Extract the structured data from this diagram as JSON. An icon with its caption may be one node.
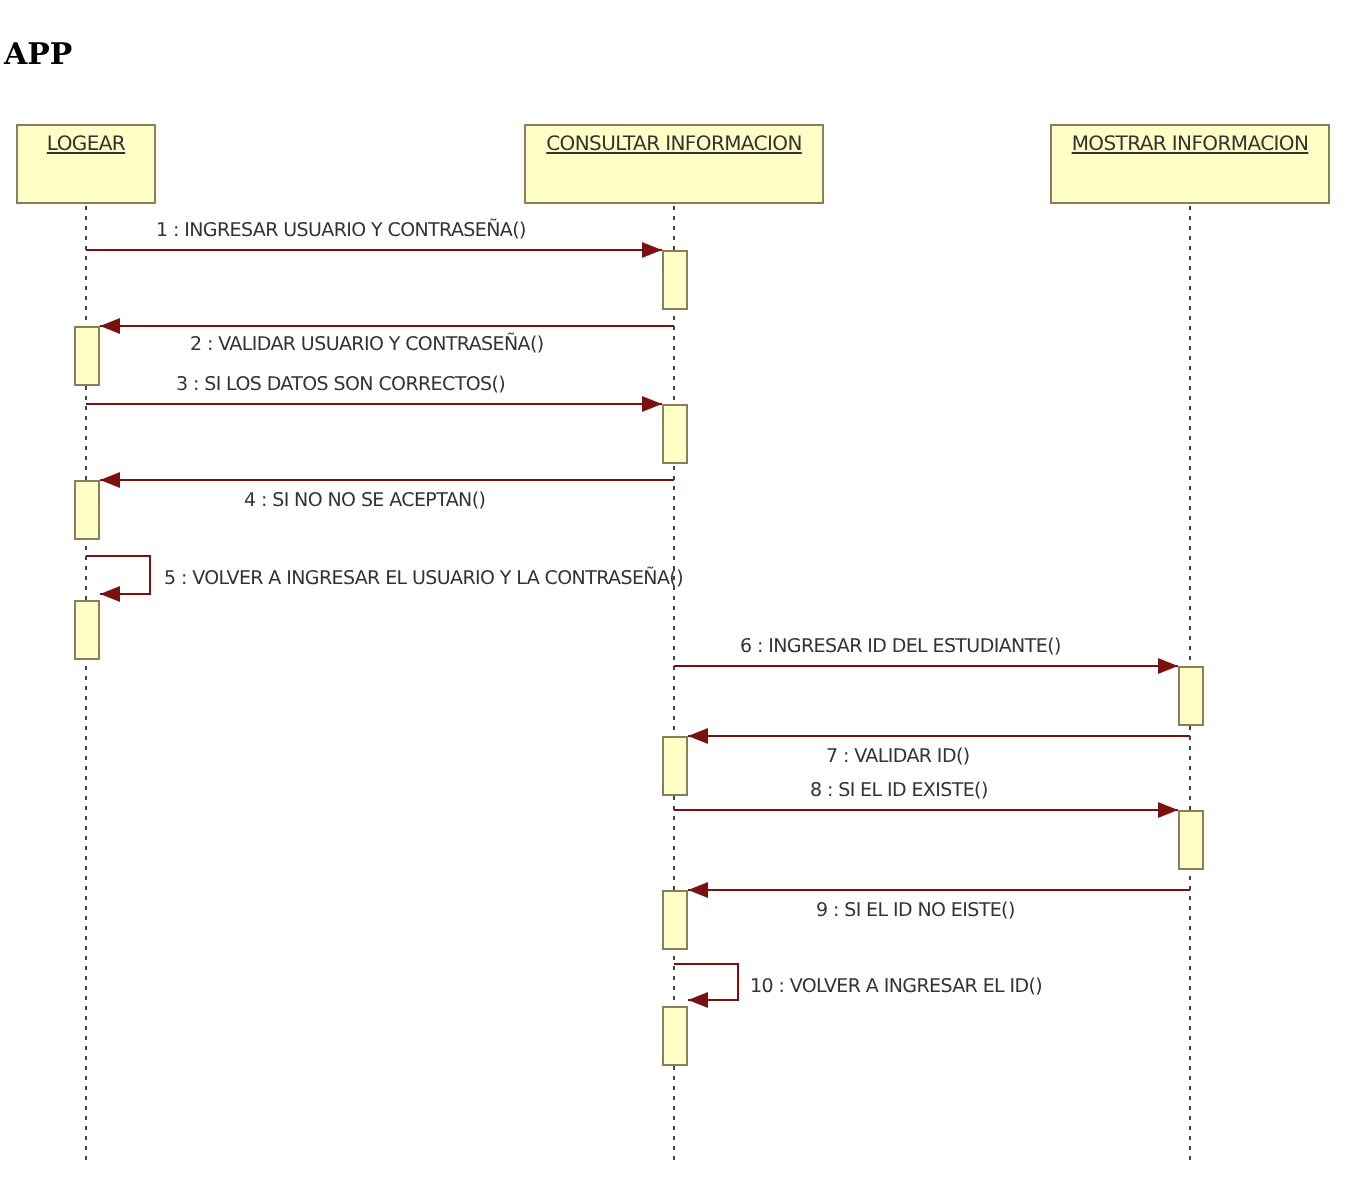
{
  "diagram": {
    "title": "APP",
    "nodes": [
      {
        "text": [
          "LOGEAR"
        ]
      },
      {
        "text": [
          "CONSULTAR INFORMACION"
        ]
      },
      {
        "text": [
          "MOSTRAR INFORMACION"
        ]
      },
      {
        "text": [],
        "shape": "line"
      },
      {
        "text": [],
        "shape": "line"
      },
      {
        "text": [],
        "shape": "line"
      },
      {
        "text": [],
        "shape": "bar"
      },
      {
        "text": [],
        "shape": "bar"
      },
      {
        "text": [],
        "shape": "bar"
      },
      {
        "text": [],
        "shape": "bar"
      },
      {
        "text": [],
        "shape": "bar"
      },
      {
        "text": [],
        "shape": "bar"
      },
      {
        "text": [],
        "shape": "bar"
      },
      {
        "text": [],
        "shape": "bar"
      },
      {
        "text": [],
        "shape": "bar"
      },
      {
        "text": [],
        "shape": "bar"
      }
    ],
    "edges": [
      {
        "from": 3,
        "to": 6,
        "arrow": "to",
        "label": "1 : INGRESAR USUARIO Y CONTRASEÑA()"
      },
      {
        "from": 4,
        "to": 7,
        "arrow": "to",
        "label": "2 : VALIDAR USUARIO Y CONTRASEÑA()"
      },
      {
        "from": 3,
        "to": 8,
        "arrow": "to",
        "label": "3 : SI LOS DATOS SON CORRECTOS()"
      },
      {
        "from": 4,
        "to": 9,
        "arrow": "to",
        "label": "4 : SI NO NO SE ACEPTAN()"
      },
      {
        "from": 3,
        "to": 10,
        "arrow": "to",
        "label": "5 : VOLVER A INGRESAR EL USUARIO Y LA CONTRASEÑA()"
      },
      {
        "from": 4,
        "to": 11,
        "arrow": "to",
        "label": "6 : INGRESAR ID DEL ESTUDIANTE()"
      },
      {
        "from": 5,
        "to": 12,
        "arrow": "to",
        "label": "7 : VALIDAR ID()"
      },
      {
        "from": 4,
        "to": 13,
        "arrow": "to",
        "label": "8 : SI EL ID EXISTE()"
      },
      {
        "from": 5,
        "to": 14,
        "arrow": "to",
        "label": "9 : SI EL ID NO EISTE()"
      },
      {
        "from": 4,
        "to": 15,
        "arrow": "to",
        "label": "10 : VOLVER A INGRESAR EL ID()"
      }
    ]
  }
}
